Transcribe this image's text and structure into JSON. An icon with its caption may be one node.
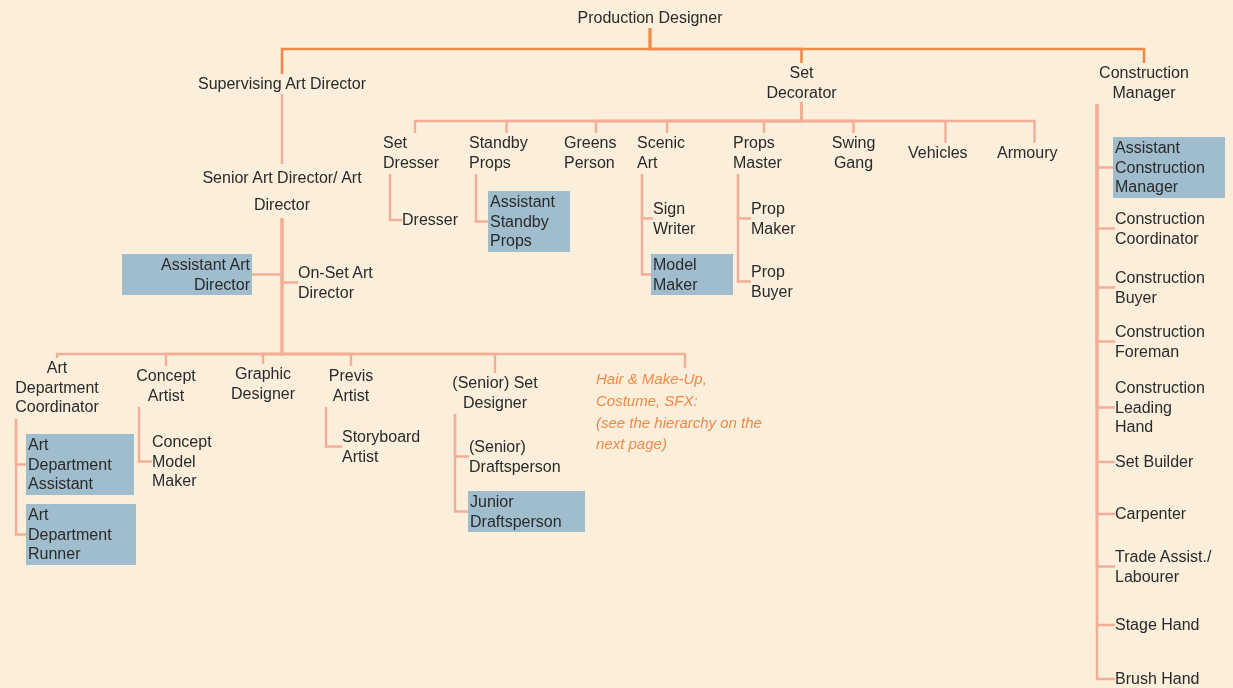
{
  "diagram": {
    "nodes": [
      {
        "text": [
          "Production Designer"
        ]
      },
      {
        "text": [
          "Supervising Art Director"
        ]
      },
      {
        "text": [
          "Set Decorator"
        ]
      },
      {
        "text": [
          "Construction Manager"
        ]
      },
      {
        "text": [
          "Senior Art Director/ Art Director"
        ]
      },
      {
        "text": [
          "Assistant Art Director"
        ]
      },
      {
        "text": [
          "On-Set Art Director"
        ]
      },
      {
        "text": [
          "Set Dresser"
        ]
      },
      {
        "text": [
          "Standby Props"
        ]
      },
      {
        "text": [
          "Greens Person"
        ]
      },
      {
        "text": [
          "Scenic Art"
        ]
      },
      {
        "text": [
          "Props Master"
        ]
      },
      {
        "text": [
          "Swing Gang"
        ]
      },
      {
        "text": [
          "Vehicles"
        ]
      },
      {
        "text": [
          "Armoury"
        ]
      },
      {
        "text": [
          "Dresser"
        ]
      },
      {
        "text": [
          "Assistant Standby Props"
        ]
      },
      {
        "text": [
          "Sign Writer"
        ]
      },
      {
        "text": [
          "Model Maker"
        ]
      },
      {
        "text": [
          "Prop Maker"
        ]
      },
      {
        "text": [
          "Prop Buyer"
        ]
      },
      {
        "text": [
          "Art Department Coordinator"
        ]
      },
      {
        "text": [
          "Concept Artist"
        ]
      },
      {
        "text": [
          "Graphic Designer"
        ]
      },
      {
        "text": [
          "Previs Artist"
        ]
      },
      {
        "text": [
          "(Senior) Set Designer"
        ]
      },
      {
        "text": [
          "Hair & Make-Up, Costume, SFX:",
          "(see the hierarchy on the next page)"
        ]
      },
      {
        "text": [
          "Art Department Assistant"
        ]
      },
      {
        "text": [
          "Art Department Runner"
        ]
      },
      {
        "text": [
          "Concept Model Maker"
        ]
      },
      {
        "text": [
          "Storyboard Artist"
        ]
      },
      {
        "text": [
          "(Senior) Draftsperson"
        ]
      },
      {
        "text": [
          "Junior Draftsperson"
        ]
      },
      {
        "text": [
          "Assistant Construction Manager"
        ]
      },
      {
        "text": [
          "Construction Coordinator"
        ]
      },
      {
        "text": [
          "Construction Buyer"
        ]
      },
      {
        "text": [
          "Construction Foreman"
        ]
      },
      {
        "text": [
          "Construction Leading Hand"
        ]
      },
      {
        "text": [
          "Set Builder"
        ]
      },
      {
        "text": [
          "Carpenter"
        ]
      },
      {
        "text": [
          "Trade Assist./ Labourer"
        ]
      },
      {
        "text": [
          "Stage Hand"
        ]
      },
      {
        "text": [
          "Brush Hand"
        ]
      }
    ],
    "edges": [
      {
        "from": 0,
        "to": 1,
        "arrow": "none",
        "color": "#ef8a48"
      },
      {
        "from": 0,
        "to": 2,
        "arrow": "none",
        "color": "#ef8a48"
      },
      {
        "from": 0,
        "to": 3,
        "arrow": "none",
        "color": "#ef8a48"
      },
      {
        "from": 1,
        "to": 4,
        "arrow": "none"
      },
      {
        "from": 4,
        "to": 5,
        "arrow": "none"
      },
      {
        "from": 4,
        "to": 6,
        "arrow": "none"
      },
      {
        "from": 2,
        "to": 7,
        "arrow": "none"
      },
      {
        "from": 2,
        "to": 8,
        "arrow": "none"
      },
      {
        "from": 2,
        "to": 9,
        "arrow": "none"
      },
      {
        "from": 2,
        "to": 10,
        "arrow": "none"
      },
      {
        "from": 2,
        "to": 11,
        "arrow": "none"
      },
      {
        "from": 2,
        "to": 12,
        "arrow": "none"
      },
      {
        "from": 2,
        "to": 13,
        "arrow": "none"
      },
      {
        "from": 2,
        "to": 14,
        "arrow": "none"
      },
      {
        "from": 7,
        "to": 15,
        "arrow": "none"
      },
      {
        "from": 8,
        "to": 16,
        "arrow": "none"
      },
      {
        "from": 10,
        "to": 17,
        "arrow": "none"
      },
      {
        "from": 10,
        "to": 18,
        "arrow": "none"
      },
      {
        "from": 11,
        "to": 19,
        "arrow": "none"
      },
      {
        "from": 11,
        "to": 20,
        "arrow": "none"
      },
      {
        "from": 4,
        "to": 21,
        "arrow": "none"
      },
      {
        "from": 4,
        "to": 22,
        "arrow": "none"
      },
      {
        "from": 4,
        "to": 23,
        "arrow": "none"
      },
      {
        "from": 4,
        "to": 24,
        "arrow": "none"
      },
      {
        "from": 4,
        "to": 25,
        "arrow": "none"
      },
      {
        "from": 4,
        "to": 26,
        "arrow": "none"
      },
      {
        "from": 21,
        "to": 27,
        "arrow": "none"
      },
      {
        "from": 21,
        "to": 28,
        "arrow": "none"
      },
      {
        "from": 22,
        "to": 29,
        "arrow": "none"
      },
      {
        "from": 24,
        "to": 30,
        "arrow": "none"
      },
      {
        "from": 25,
        "to": 31,
        "arrow": "none"
      },
      {
        "from": 25,
        "to": 32,
        "arrow": "none"
      },
      {
        "from": 3,
        "to": 33,
        "arrow": "none"
      },
      {
        "from": 3,
        "to": 34,
        "arrow": "none"
      },
      {
        "from": 3,
        "to": 35,
        "arrow": "none"
      },
      {
        "from": 3,
        "to": 36,
        "arrow": "none"
      },
      {
        "from": 3,
        "to": 37,
        "arrow": "none"
      },
      {
        "from": 3,
        "to": 38,
        "arrow": "none"
      },
      {
        "from": 3,
        "to": 39,
        "arrow": "none"
      },
      {
        "from": 3,
        "to": 40,
        "arrow": "none"
      },
      {
        "from": 3,
        "to": 41,
        "arrow": "none"
      },
      {
        "from": 3,
        "to": 42,
        "arrow": "none"
      }
    ]
  }
}
